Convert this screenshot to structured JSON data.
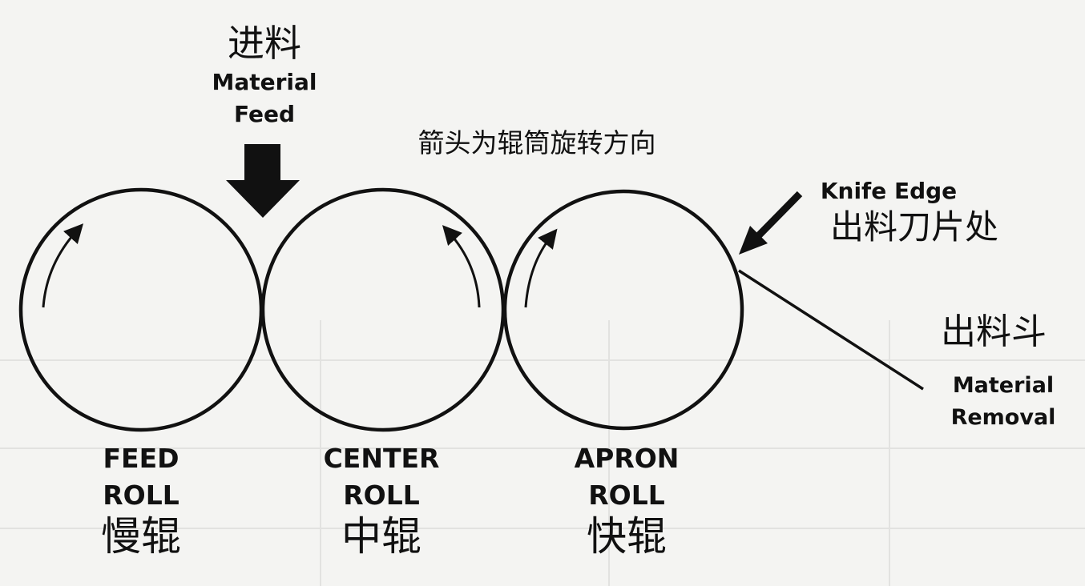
{
  "feed": {
    "cn": "进料",
    "en_line1": "Material",
    "en_line2": "Feed"
  },
  "rotation_note": "箭头为辊筒旋转方向",
  "knife": {
    "en": "Knife Edge",
    "cn": "出料刀片处"
  },
  "removal": {
    "cn": "出料斗",
    "en_line1": "Material",
    "en_line2": "Removal"
  },
  "rolls": [
    {
      "en_line1": "FEED",
      "en_line2": "ROLL",
      "cn": "慢辊"
    },
    {
      "en_line1": "CENTER",
      "en_line2": "ROLL",
      "cn": "中辊"
    },
    {
      "en_line1": "APRON",
      "en_line2": "ROLL",
      "cn": "快辊"
    }
  ],
  "colors": {
    "ink": "#111111",
    "background": "#f4f4f2"
  }
}
